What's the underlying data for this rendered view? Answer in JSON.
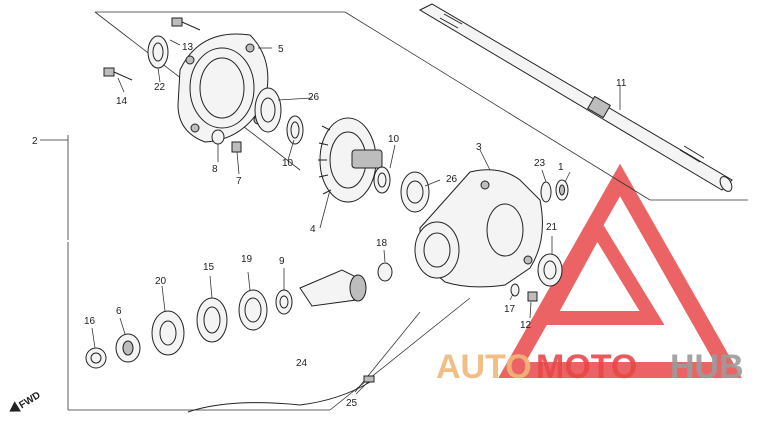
{
  "colors": {
    "watermark_red": "#e8484a",
    "watermark_orange": "#f1b77a",
    "watermark_gray": "#9c9c9c",
    "line": "#222222"
  },
  "watermark": {
    "auto": "AUTO",
    "moto": "MOTO",
    "hub": "HUB"
  },
  "fwd_label": "FWD",
  "callouts": {
    "c1": "1",
    "c2": "2",
    "c3": "3",
    "c4": "4",
    "c5": "5",
    "c6": "6",
    "c7": "7",
    "c8": "8",
    "c9": "9",
    "c10a": "10",
    "c10b": "10",
    "c11": "11",
    "c12": "12",
    "c13": "13",
    "c14": "14",
    "c15": "15",
    "c16": "16",
    "c17": "17",
    "c18": "18",
    "c19": "19",
    "c20": "20",
    "c21": "21",
    "c22": "22",
    "c23": "23",
    "c24": "24",
    "c25": "25",
    "c26a": "26",
    "c26b": "26"
  }
}
